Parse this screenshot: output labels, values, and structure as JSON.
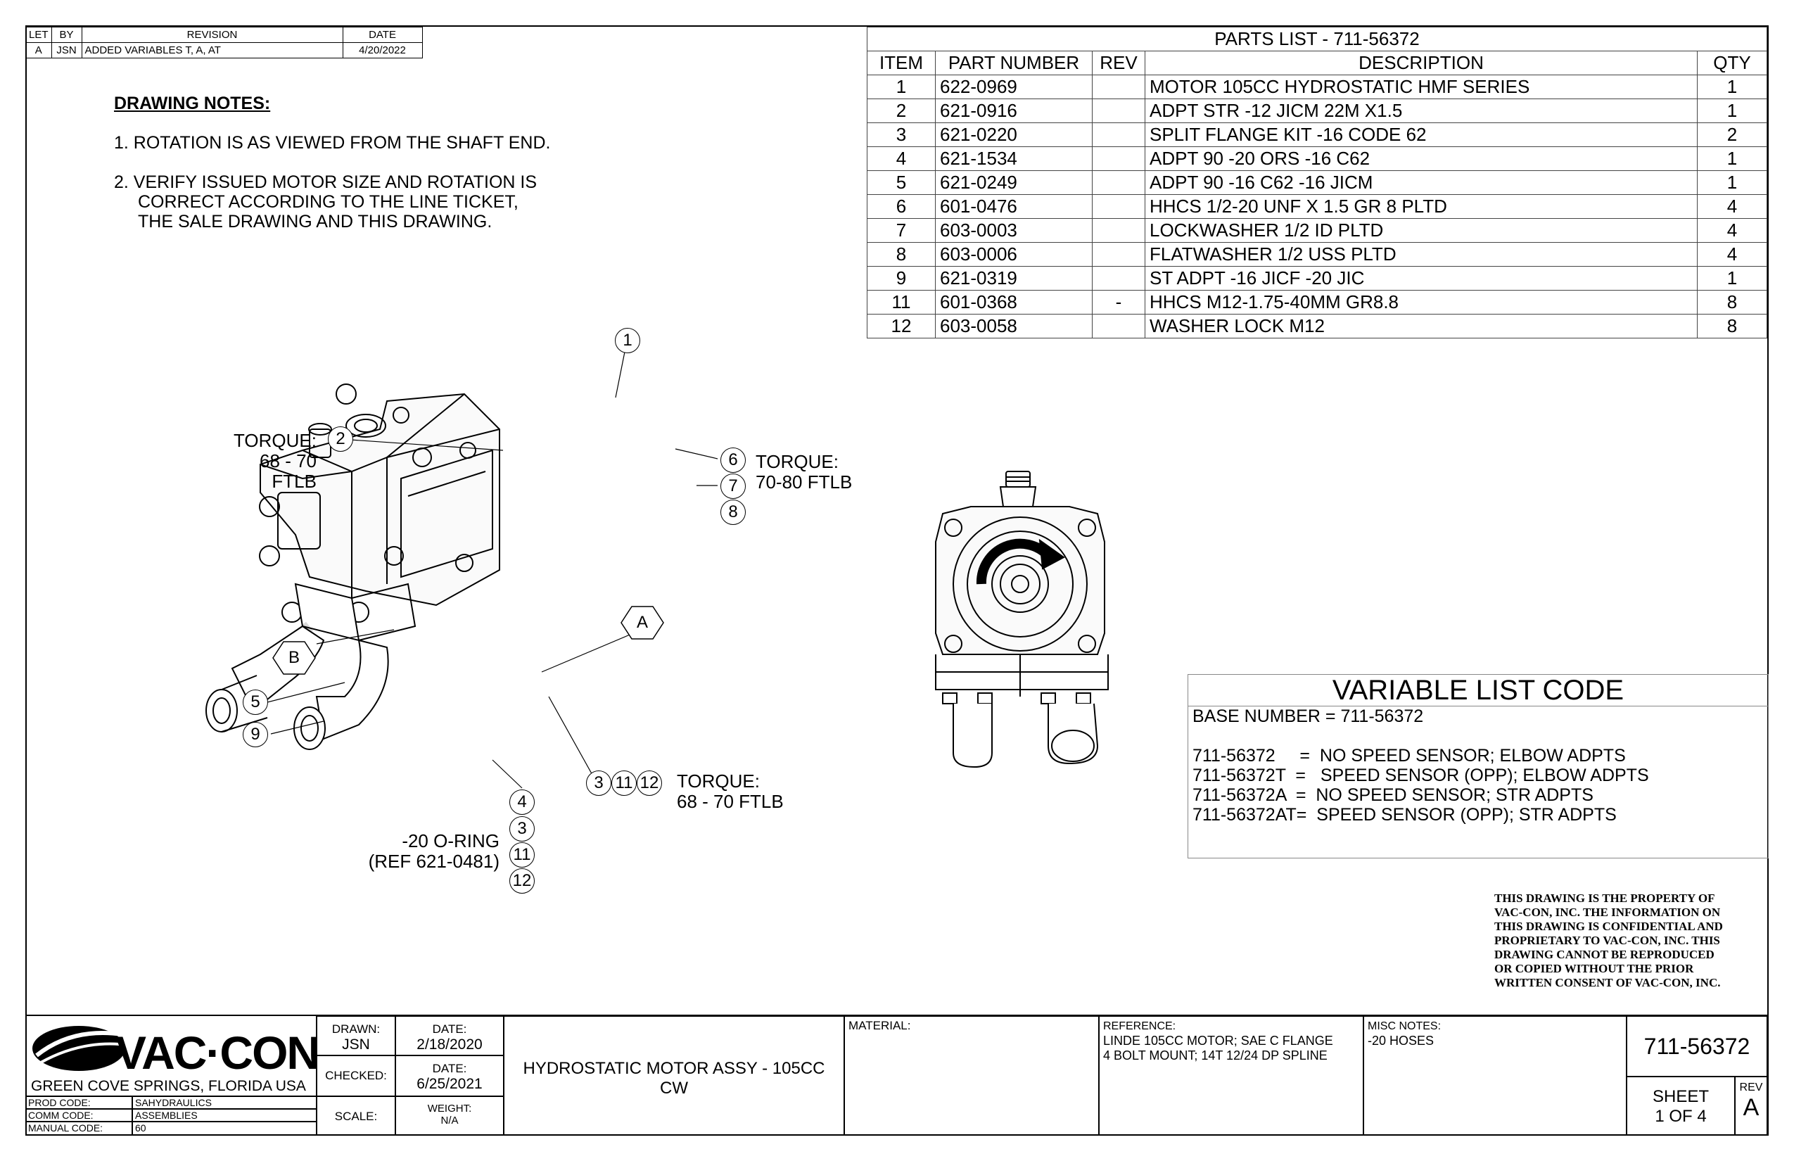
{
  "revision_table": {
    "headers": [
      "LET",
      "BY",
      "REVISION",
      "DATE"
    ],
    "rows": [
      [
        "A",
        "JSN",
        "ADDED VARIABLES T, A, AT",
        "4/20/2022"
      ]
    ]
  },
  "drawing_notes": {
    "title": "DRAWING NOTES:",
    "note1": "1.  ROTATION IS AS VIEWED FROM THE SHAFT END.",
    "note2a": "2.  VERIFY ISSUED MOTOR SIZE AND ROTATION IS",
    "note2b": "CORRECT ACCORDING TO THE LINE TICKET,",
    "note2c": "THE SALE DRAWING AND THIS DRAWING."
  },
  "parts_list": {
    "title": "PARTS LIST - 711-56372",
    "headers": [
      "ITEM",
      "PART NUMBER",
      "REV",
      "DESCRIPTION",
      "QTY"
    ],
    "rows": [
      [
        "1",
        "622-0969",
        "",
        "MOTOR 105CC HYDROSTATIC HMF SERIES",
        "1"
      ],
      [
        "2",
        "621-0916",
        "",
        "ADPT STR -12 JICM 22M X1.5",
        "1"
      ],
      [
        "3",
        "621-0220",
        "",
        "SPLIT FLANGE KIT -16 CODE 62",
        "2"
      ],
      [
        "4",
        "621-1534",
        "",
        "ADPT 90 -20 ORS -16  C62",
        "1"
      ],
      [
        "5",
        "621-0249",
        "",
        "ADPT 90 -16 C62 -16 JICM",
        "1"
      ],
      [
        "6",
        "601-0476",
        "",
        "HHCS 1/2-20 UNF X 1.5 GR 8 PLTD",
        "4"
      ],
      [
        "7",
        "603-0003",
        "",
        "LOCKWASHER 1/2 ID PLTD",
        "4"
      ],
      [
        "8",
        "603-0006",
        "",
        "FLATWASHER 1/2 USS PLTD",
        "4"
      ],
      [
        "9",
        "621-0319",
        "",
        "ST ADPT -16 JICF -20 JIC",
        "1"
      ],
      [
        "11",
        "601-0368",
        "-",
        "HHCS M12-1.75-40MM GR8.8",
        "8"
      ],
      [
        "12",
        "603-0058",
        "",
        "WASHER LOCK M12",
        "8"
      ]
    ]
  },
  "callouts": {
    "c1": "1",
    "c2": "2",
    "c6": "6",
    "c7": "7",
    "c8": "8",
    "cA": "A",
    "cB": "B",
    "c5": "5",
    "c9": "9",
    "c3a": "3",
    "c11a": "11",
    "c12a": "12",
    "c4": "4",
    "c3b": "3",
    "c11b": "11",
    "c12b": "12"
  },
  "torque_labels": {
    "t2_line1": "TORQUE:",
    "t2_line2": "68 - 70 FTLB",
    "t6_line1": "TORQUE:",
    "t6_line2": "70-80 FTLB",
    "t3_line1": "TORQUE:",
    "t3_line2": "68 - 70 FTLB",
    "oring_line1": "-20 O-RING",
    "oring_line2": "(REF 621-0481)"
  },
  "variable_list": {
    "title": "VARIABLE LIST CODE",
    "base": "BASE NUMBER = 711-56372",
    "lines": [
      "711-56372     =  NO SPEED SENSOR; ELBOW ADPTS",
      "711-56372T  =   SPEED SENSOR (OPP); ELBOW ADPTS",
      "711-56372A  =  NO SPEED SENSOR; STR ADPTS",
      "711-56372AT=  SPEED SENSOR (OPP); STR ADPTS"
    ]
  },
  "property_notice": {
    "lines": [
      "THIS DRAWING IS THE PROPERTY OF",
      "VAC-CON, INC.  THE INFORMATION ON",
      "THIS DRAWING IS CONFIDENTIAL AND",
      "PROPRIETARY TO VAC-CON, INC.  THIS",
      "DRAWING CANNOT BE REPRODUCED",
      "OR COPIED WITHOUT THE PRIOR",
      "WRITTEN CONSENT OF VAC-CON, INC."
    ]
  },
  "title_block": {
    "company": "VAC·CON",
    "location": "GREEN COVE SPRINGS, FLORIDA USA",
    "prod_code_label": "PROD CODE:",
    "prod_code": "SAHYDRAULICS",
    "comm_code_label": "COMM CODE:",
    "comm_code": "ASSEMBLIES",
    "manual_code_label": "MANUAL CODE:",
    "manual_code": "60",
    "drawn_label": "DRAWN:",
    "drawn": "JSN",
    "date_label": "DATE:",
    "drawn_date": "2/18/2020",
    "checked_label": "CHECKED:",
    "checked_date_label": "DATE:",
    "checked_date": "6/25/2021",
    "scale_label": "SCALE:",
    "weight_label": "WEIGHT:",
    "weight": "N/A",
    "title_line1": "HYDROSTATIC MOTOR ASSY - 105CC",
    "title_line2": "CW",
    "material_label": "MATERIAL:",
    "reference_label": "REFERENCE:",
    "reference_line1": "LINDE 105CC MOTOR;  SAE C FLANGE",
    "reference_line2": "4 BOLT MOUNT; 14T 12/24 DP SPLINE",
    "misc_label": "MISC NOTES:",
    "misc": "-20 HOSES",
    "drawing_number": "711-56372",
    "sheet_label": "SHEET",
    "sheet": "1  OF 4",
    "rev_label": "REV",
    "rev": "A"
  }
}
